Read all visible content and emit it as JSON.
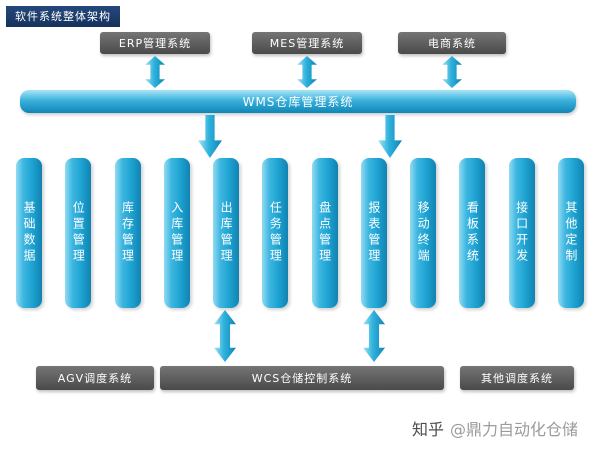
{
  "title": "软件系统整体架构",
  "top_systems": [
    {
      "label": "ERP管理系统"
    },
    {
      "label": "MES管理系统"
    },
    {
      "label": "电商系统"
    }
  ],
  "wms_bar": {
    "label": "WMS仓库管理系统"
  },
  "modules": [
    "基础数据",
    "位置管理",
    "库存管理",
    "入库管理",
    "出库管理",
    "任务管理",
    "盘点管理",
    "报表管理",
    "移动终端",
    "看板系统",
    "接口开发",
    "其他定制"
  ],
  "bottom_systems": [
    {
      "label": "AGV调度系统"
    },
    {
      "label": "WCS仓储控制系统"
    },
    {
      "label": "其他调度系统"
    }
  ],
  "watermark": {
    "brand": "知乎",
    "handle": "@鼎力自动化仓储"
  },
  "colors": {
    "cyan": "#29a9d6",
    "dark_gray": "#4a4a4a",
    "navy": "#16335c"
  }
}
